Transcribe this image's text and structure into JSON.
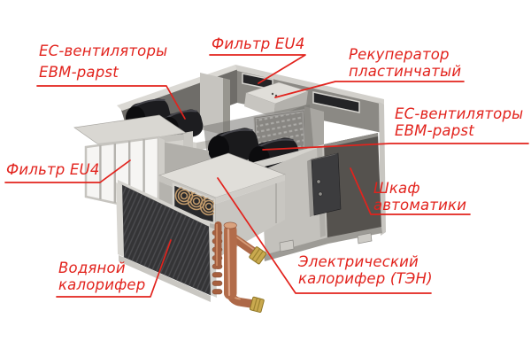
{
  "diagram": {
    "type": "annotated-technical-illustration",
    "subject": "air-handling-unit",
    "background_color": "#ffffff",
    "accent_color": "#e2231d",
    "labels": {
      "fans_left": {
        "line1": "ЕС-вентиляторы",
        "line2": "EBM-papst"
      },
      "filter_top": {
        "line1": "Фильтр EU4"
      },
      "recuperator": {
        "line1": "Рекуператор",
        "line2": "пластинчатый"
      },
      "fans_right": {
        "line1": "ЕС-вентиляторы",
        "line2": "EBM-papst"
      },
      "filter_left": {
        "line1": "Фильтр EU4"
      },
      "water_heater": {
        "line1": "Водяной",
        "line2": "калорифер"
      },
      "electric_heater": {
        "line1": "Электрический",
        "line2": "калорифер (ТЭН)"
      },
      "control_cabinet": {
        "line1": "Шкаф",
        "line2": "автоматики"
      }
    }
  }
}
